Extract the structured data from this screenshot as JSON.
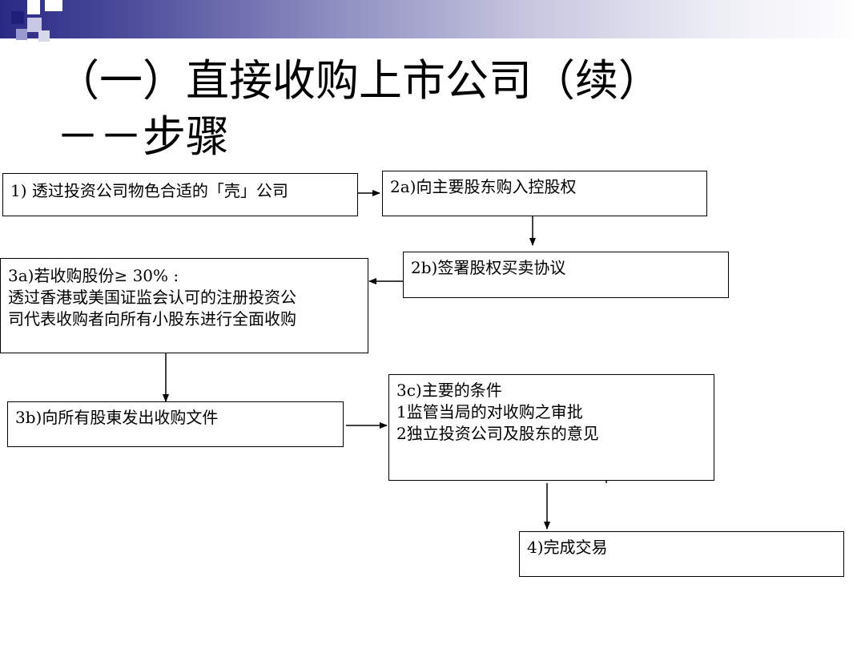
{
  "slide": {
    "title_line1": "（一）直接收购上市公司（续）",
    "title_line2": "－－步骤"
  },
  "steps": {
    "step1": "1) 透过投资公司物色合适的「壳」公司",
    "step2a": "2a)向主要股东购入控股权",
    "step2b": "2b)签署股权买卖协议",
    "step3a": [
      "3a)若收购股份≥ 30% :",
      "透过香港或美国证监会认可的注册投资公",
      "司代表收购者向所有小股东进行全面收购"
    ],
    "step3b": "3b)向所有股東发出收购文件",
    "step3c": [
      "3c)主要的条件",
      "1监管当局的对收购之审批",
      "2独立投资公司及股东的意见"
    ],
    "step4": "4)完成交易"
  }
}
